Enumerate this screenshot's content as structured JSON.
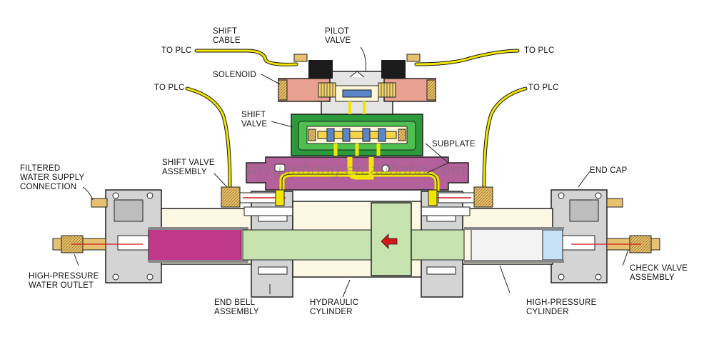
{
  "labels": {
    "to_plc_top_left": "TO PLC",
    "shift_cable": "SHIFT\nCABLE",
    "pilot_valve": "PILOT\nVALVE",
    "to_plc_top_right": "TO PLC",
    "solenoid": "SOLENOID",
    "to_plc_mid_left": "TO PLC",
    "to_plc_mid_right": "TO PLC",
    "shift_valve": "SHIFT\nVALVE",
    "subplate": "SUBPLATE",
    "shift_valve_assembly": "SHIFT VALVE\nASSEMBLY",
    "end_cap": "END CAP",
    "filtered_water_supply": "FILTERED\nWATER SUPPLY\nCONNECTION",
    "high_pressure_water_outlet": "HIGH-PRESSURE\nWATER OUTLET",
    "check_valve_assembly": "CHECK VALVE\nASSEMBLY",
    "end_bell_assembly": "END BELL\nASSEMBLY",
    "hydraulic_cylinder": "HYDRAULIC\nCYLINDER",
    "high_pressure_cylinder": "HIGH-PRESSURE\nCYLINDER"
  },
  "watermark": "shyuanhong.en.alibaba.com",
  "colors": {
    "cable_yellow": "#f2e600",
    "subplate_purple": "#b4609a",
    "shift_valve_green": "#2a9a3a",
    "solenoid_pink": "#e8a090",
    "hydraulic_green": "#c6e3b0",
    "high_pressure_magenta": "#c0398a",
    "cylinder_light": "#fdf8e4",
    "body_gray": "#d4d4d4",
    "flow_arrow": "#d01818"
  }
}
